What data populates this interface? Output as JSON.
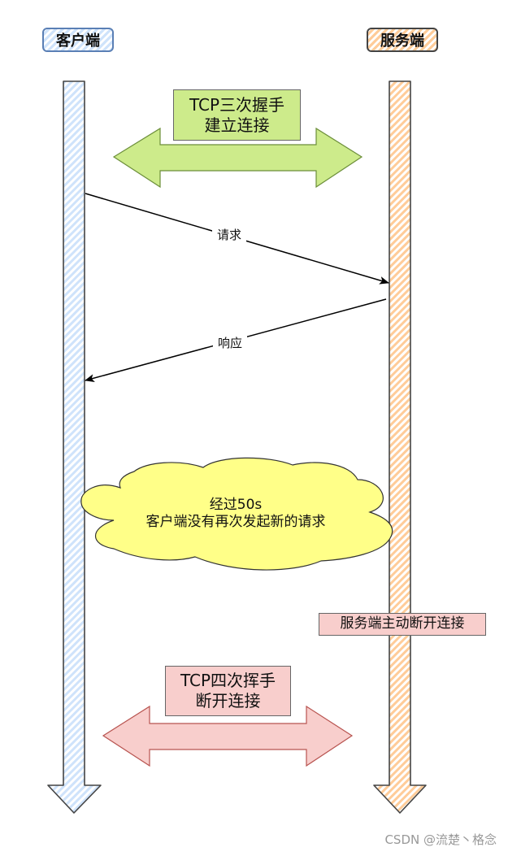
{
  "actors": {
    "client": {
      "label": "客户端",
      "fill": "#cfe3fb"
    },
    "server": {
      "label": "服务端",
      "fill": "#ffcc99"
    }
  },
  "handshake": {
    "line1": "TCP三次握手",
    "line2": "建立连接",
    "fill": "#cdeb8b"
  },
  "messages": [
    {
      "label": "请求",
      "from": "client",
      "to": "server"
    },
    {
      "label": "响应",
      "from": "server",
      "to": "client"
    }
  ],
  "idle_note": {
    "line1": "经过50s",
    "line2": "客户端没有再次发起新的请求",
    "fill": "#ffff88"
  },
  "server_close_note": {
    "label": "服务端主动断开连接",
    "fill": "#f8cecc"
  },
  "teardown": {
    "line1": "TCP四次挥手",
    "line2": "断开连接",
    "fill": "#f8cecc"
  },
  "watermark": "CSDN @流楚丶格念"
}
